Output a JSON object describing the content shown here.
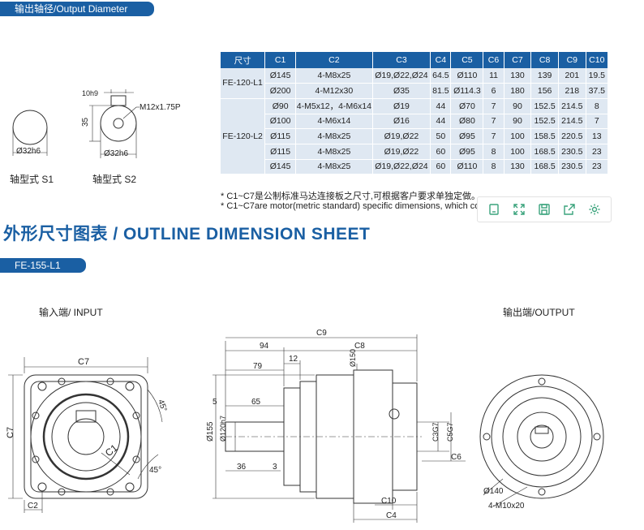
{
  "output_tag": "输出轴径/Output Diameter",
  "shaft": {
    "s1_label": "轴型式  S1",
    "s2_label": "轴型式  S2",
    "s1_dim": "Ø32h6",
    "s2_dim": "Ø32h6",
    "key_width": "10h9",
    "key_height": "35",
    "thread": "M12x1.75P"
  },
  "table": {
    "headers": [
      "尺寸",
      "C1",
      "C2",
      "C3",
      "C4",
      "C5",
      "C6",
      "C7",
      "C8",
      "C9",
      "C10"
    ],
    "groups": [
      {
        "model": "FE-120-L1",
        "rows": [
          [
            "Ø145",
            "4-M8x25",
            "Ø19,Ø22,Ø24",
            "64.5",
            "Ø110",
            "11",
            "130",
            "139",
            "201",
            "19.5"
          ],
          [
            "Ø200",
            "4-M12x30",
            "Ø35",
            "81.5",
            "Ø114.3",
            "6",
            "180",
            "156",
            "218",
            "37.5"
          ]
        ]
      },
      {
        "model": "FE-120-L2",
        "rows": [
          [
            "Ø90",
            "4-M5x12，4-M6x14",
            "Ø19",
            "44",
            "Ø70",
            "7",
            "90",
            "152.5",
            "214.5",
            "8"
          ],
          [
            "Ø100",
            "4-M6x14",
            "Ø16",
            "44",
            "Ø80",
            "7",
            "90",
            "152.5",
            "214.5",
            "7"
          ],
          [
            "Ø115",
            "4-M8x25",
            "Ø19,Ø22",
            "50",
            "Ø95",
            "7",
            "100",
            "158.5",
            "220.5",
            "13"
          ],
          [
            "Ø115",
            "4-M8x25",
            "Ø19,Ø22",
            "60",
            "Ø95",
            "8",
            "100",
            "168.5",
            "230.5",
            "23"
          ],
          [
            "Ø145",
            "4-M8x25",
            "Ø19,Ø22,Ø24",
            "60",
            "Ø110",
            "8",
            "130",
            "168.5",
            "230.5",
            "23"
          ]
        ]
      }
    ]
  },
  "notes": [
    "* C1~C7是公制标准马达连接板之尺寸,可根据客户要求单独定做。",
    "* C1~C7are motor(metric standard)  specific dimensions, which co"
  ],
  "toolbar": [
    {
      "name": "copy-icon",
      "glyph": "▢"
    },
    {
      "name": "expand-icon",
      "glyph": "⤢"
    },
    {
      "name": "save-icon",
      "glyph": "▣"
    },
    {
      "name": "share-icon",
      "glyph": "↗"
    },
    {
      "name": "settings-icon",
      "glyph": "⚙"
    }
  ],
  "headline": "外形尺寸图表 /  OUTLINE DIMENSION SHEET",
  "model_tag": "FE-155-L1",
  "drawing": {
    "input_label": "输入端/ INPUT",
    "output_label": "输出端/OUTPUT",
    "input": {
      "c7_top": "C7",
      "c7_side": "C7",
      "c1": "C1",
      "c2": "C2",
      "angle1": "45°",
      "angle2": "45°"
    },
    "side": {
      "c9": "C9",
      "c8": "C8",
      "d94": "94",
      "d79": "79",
      "d12": "12",
      "d150": "Ø150",
      "d5": "5",
      "d65": "65",
      "d155": "Ø155",
      "d120": "Ø120h7",
      "d36": "36",
      "d3": "3",
      "c3": "C3G7",
      "c5": "C5G7",
      "c6": "C6",
      "c10": "C10",
      "c4": "C4"
    },
    "output": {
      "d140": "Ø140",
      "holes": "4-M10x20"
    }
  },
  "colors": {
    "accent": "#1a5fa3",
    "table_bg": "#dfe8f2"
  }
}
